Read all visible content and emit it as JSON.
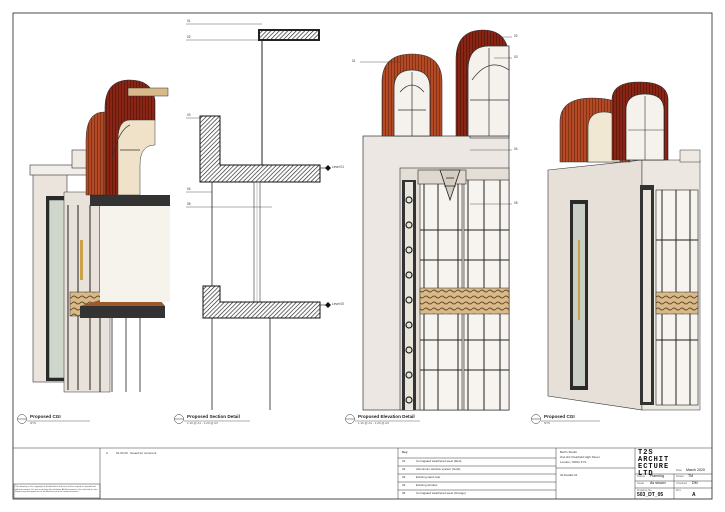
{
  "views": [
    {
      "id": "vd-1",
      "title": "Proposed CGI",
      "scale": "NTS"
    },
    {
      "id": "vd-2",
      "title": "Proposed Section Detail",
      "scale": "1:10 @ A1 - 1:20 @ A3"
    },
    {
      "id": "vd-3",
      "title": "Proposed Elevation Detail",
      "scale": "1:10 @ A1 - 1:20 @ A3"
    },
    {
      "id": "vd-4",
      "title": "Proposed CGI",
      "scale": "NTS"
    }
  ],
  "section_tags": [
    "01",
    "02",
    "03",
    "04",
    "05"
  ],
  "level_tags": [
    "Level 01",
    "Level 00"
  ],
  "elevation_tags": [
    "01",
    "02",
    "03",
    "04",
    "05"
  ],
  "revision": {
    "rev": "A",
    "date": "01.03.20",
    "description": "Issued for comment"
  },
  "key": {
    "heading": "Key",
    "items": [
      {
        "num": "01",
        "text": "Corrugated weathered steel (Red)"
      },
      {
        "num": "02",
        "text": "Aluminium window system (Gold)"
      },
      {
        "num": "03",
        "text": "Existing sand cast"
      },
      {
        "num": "04",
        "text": "Existing window"
      },
      {
        "num": "05",
        "text": "Corrugated weathered steel (Orange)"
      }
    ]
  },
  "notes": "This drawing is the copyright of the Architect and must not be copied or reproduced without consent. Do not scale from this drawing. All dimensions to be checked on site. Report any discrepancies to the Architect prior to commencement.",
  "project": {
    "name": "Berlin Studio",
    "address1": "2nd-3rd Clearfield High Street",
    "address2": "London, NW11 4YS"
  },
  "drawing_title": "3d Details 01",
  "logo": [
    "T2S",
    "ARCHIT",
    "ECTURE",
    "LTD"
  ],
  "titleblock": {
    "status_label": "Status",
    "status": "Planning",
    "scale_label": "Scale",
    "scale": "As shown",
    "date_label": "Date",
    "date": "March 2020",
    "drawn_label": "Drawn",
    "drawn": "TM",
    "check_label": "Checked",
    "check": "DM",
    "number_label": "Drawing No",
    "number": "503_DT_05",
    "rev_label": "Rev",
    "rev": "A"
  },
  "colors": {
    "steel_red": "#8a2515",
    "steel_orange": "#b34a25",
    "gold": "#c9a24a",
    "render": "#ece7e2",
    "hatch": "#333333"
  }
}
